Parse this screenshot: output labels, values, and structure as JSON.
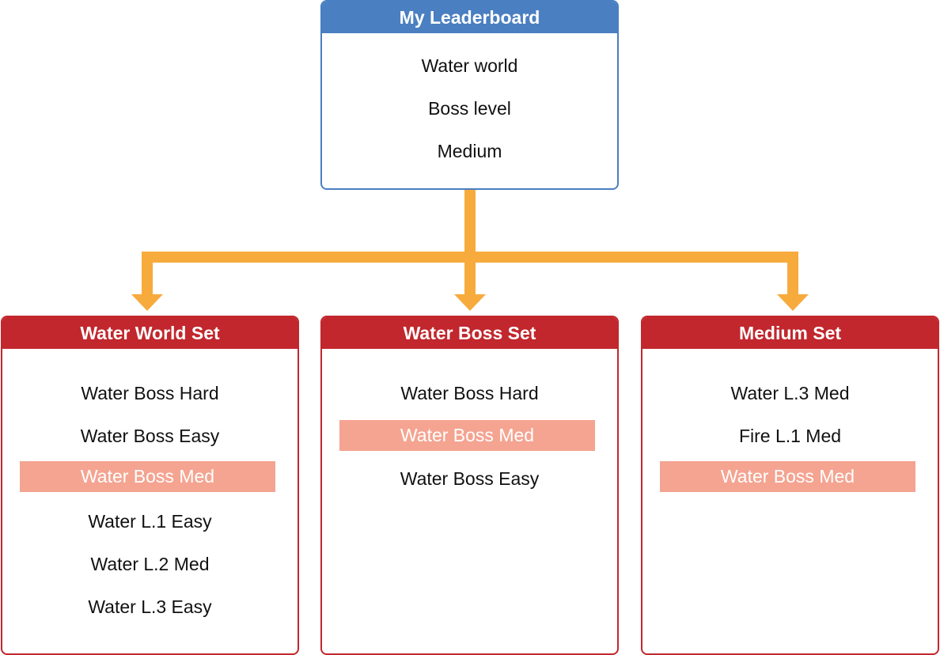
{
  "colors": {
    "root_accent": "#4a7fc1",
    "set_accent": "#c1272d",
    "arrow": "#f7ab3d",
    "highlight": "#f4a491"
  },
  "root": {
    "title": "My Leaderboard",
    "items": [
      "Water world",
      "Boss level",
      "Medium"
    ]
  },
  "sets": [
    {
      "title": "Water World Set",
      "items": [
        {
          "label": "Water Boss Hard",
          "highlighted": false
        },
        {
          "label": "Water Boss Easy",
          "highlighted": false
        },
        {
          "label": "Water Boss Med",
          "highlighted": true
        },
        {
          "label": "Water L.1 Easy",
          "highlighted": false
        },
        {
          "label": "Water L.2 Med",
          "highlighted": false
        },
        {
          "label": "Water L.3 Easy",
          "highlighted": false
        }
      ]
    },
    {
      "title": "Water Boss Set",
      "items": [
        {
          "label": "Water Boss Hard",
          "highlighted": false
        },
        {
          "label": "Water Boss Med",
          "highlighted": true
        },
        {
          "label": "Water Boss Easy",
          "highlighted": false
        }
      ]
    },
    {
      "title": "Medium Set",
      "items": [
        {
          "label": "Water L.3 Med",
          "highlighted": false
        },
        {
          "label": "Fire L.1 Med",
          "highlighted": false
        },
        {
          "label": "Water Boss Med",
          "highlighted": true
        }
      ]
    }
  ]
}
